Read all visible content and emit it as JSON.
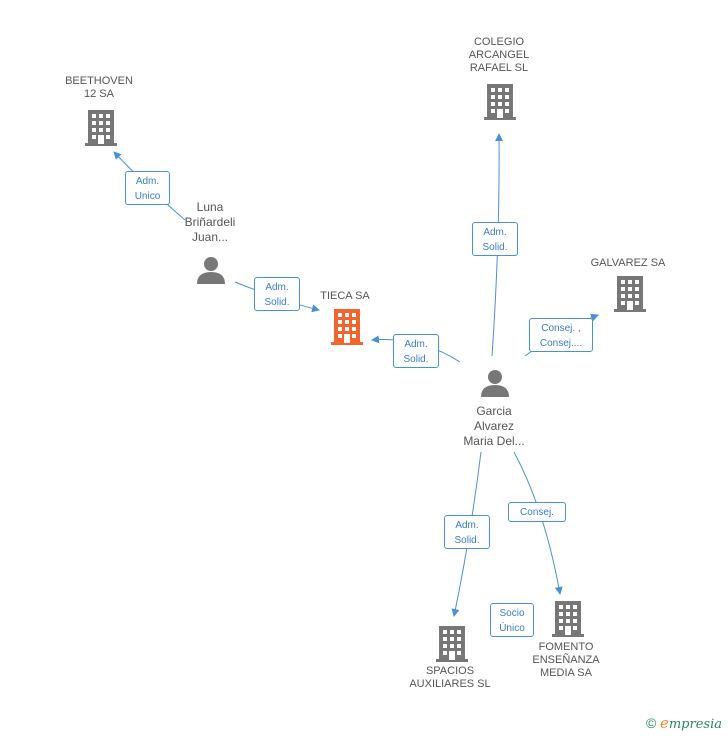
{
  "colors": {
    "building": "#777777",
    "highlight": "#f4642d",
    "edge": "#4a90d9",
    "person": "#777777"
  },
  "nodes": {
    "beethoven": "BEETHOVEN\n12 SA",
    "colegio": "COLEGIO\nARCANGEL\nRAFAEL  SL",
    "galvarez": "GALVAREZ SA",
    "tieca": "TIECA SA",
    "luna": "Luna\nBriñardeli\nJuan...",
    "garcia": "Garcia\nAlvarez\nMaria Del...",
    "spacios": "SPACIOS\nAUXILIARES  SL",
    "fomento": "FOMENTO\nENSEÑANZA\nMEDIA SA"
  },
  "edges": {
    "beethoven": [
      "Adm.",
      "Unico"
    ],
    "tieca_luna": [
      "Adm.",
      "Solid."
    ],
    "tieca_garcia": [
      "Adm.",
      "Solid."
    ],
    "colegio": [
      "Adm.",
      "Solid."
    ],
    "galvarez": [
      "Consej. ,",
      "Consej...."
    ],
    "spacios": [
      "Adm.",
      "Solid."
    ],
    "fomento_consej": [
      "Consej."
    ],
    "fomento_socio": [
      "Socio",
      "Único"
    ]
  },
  "brand": {
    "copyright": "©",
    "e": "e",
    "rest": "mpresia"
  }
}
